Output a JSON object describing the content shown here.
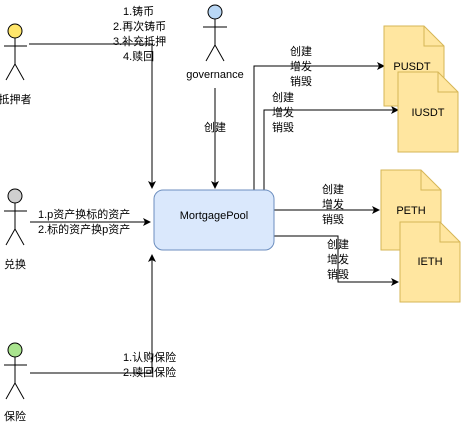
{
  "actors": {
    "pledger": {
      "label": "抵押者",
      "color": "#ffe66b"
    },
    "governance": {
      "label": "governance",
      "color": "#b9d7f5"
    },
    "exchange": {
      "label": "兑换",
      "color": "#cfcfcf"
    },
    "insurance": {
      "label": "保险",
      "color": "#a9e48e"
    }
  },
  "center": {
    "label": "MortgagePool",
    "fill": "#dae8fc",
    "stroke": "#6c8ebf"
  },
  "documents": {
    "pusdt": {
      "label": "PUSDT"
    },
    "iusdt": {
      "label": "IUSDT"
    },
    "peth": {
      "label": "PETH"
    },
    "ieth": {
      "label": "IETH"
    },
    "fill": "#ffe6a0",
    "stroke": "#d6b656"
  },
  "edges": {
    "pledger_lines": [
      "1.铸币",
      "2.再次铸币",
      "3.补充抵押",
      "4.赎回"
    ],
    "governance_label": "创建",
    "exchange_lines": [
      "1.p资产换标的资产",
      "2.标的资产换p资产"
    ],
    "insurance_lines": [
      "1.认购保险",
      "2.赎回保险"
    ],
    "pusdt_lines": [
      "创建",
      "增发",
      "销毁"
    ],
    "iusdt_lines": [
      "创建",
      "增发",
      "销毁"
    ],
    "peth_lines": [
      "创建",
      "增发",
      "销毁"
    ],
    "ieth_lines": [
      "创建",
      "增发",
      "销毁"
    ]
  }
}
